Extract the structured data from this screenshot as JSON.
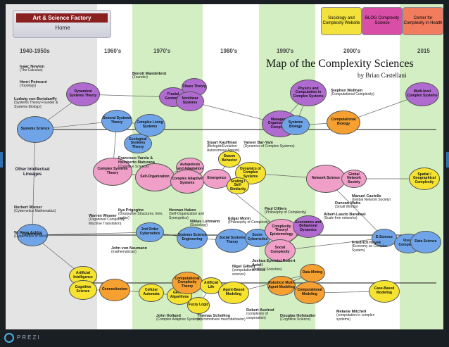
{
  "header": {
    "site_title": "Art & Science Factory",
    "home_label": "Home",
    "buttons": [
      {
        "label": "Sociology and Complexity Website",
        "bg": "#f2e23b"
      },
      {
        "label": "BLOG Complexity Science",
        "bg": "#d94fa8"
      },
      {
        "label": "Center for Complexity in Health",
        "bg": "#f27c5e"
      }
    ]
  },
  "map": {
    "title": "Map of the Complexity Sciences",
    "subtitle": "by Brian Castellani"
  },
  "eras": [
    "1940-1950s",
    "1960's",
    "1970's",
    "1980's",
    "1990's",
    "2000's",
    "2015"
  ],
  "side_labels": [
    "Other Intellectual Lineages"
  ],
  "nodes": [
    {
      "label": "Dynamical Systems Theory",
      "color": "#b06bd0"
    },
    {
      "label": "Systems Science",
      "color": "#6fa5e8"
    },
    {
      "label": "General Systems Theory",
      "color": "#6fa5e8"
    },
    {
      "label": "Complex Living Systems",
      "color": "#6fa5e8"
    },
    {
      "label": "Ecological Systems Theory",
      "color": "#6fa5e8"
    },
    {
      "label": "Fractal Geometry",
      "color": "#b06bd0"
    },
    {
      "label": "Chaos Theory",
      "color": "#b06bd0"
    },
    {
      "label": "Nonlinear Systems",
      "color": "#b06bd0"
    },
    {
      "label": "Complex Systems Theory",
      "color": "#f0a0c8"
    },
    {
      "label": "Self-Organization",
      "color": "#f0a0c8"
    },
    {
      "label": "Autopoiesis and Adaptation",
      "color": "#f0a0c8"
    },
    {
      "label": "Complex Adaptive Systems",
      "color": "#f0a0c8"
    },
    {
      "label": "Emergence",
      "color": "#f0a0c8"
    },
    {
      "label": "Swarm Behavior",
      "color": "#f5e330"
    },
    {
      "label": "Dynamics of Complex Systems",
      "color": "#f5e330"
    },
    {
      "label": "Scaling / Self-Similarity",
      "color": "#f5e330"
    },
    {
      "label": "Managerial Organizational Complexity",
      "color": "#b06bd0"
    },
    {
      "label": "Physics and Computation in Complex Systems",
      "color": "#b06bd0"
    },
    {
      "label": "Systems Biology",
      "color": "#6fa5e8"
    },
    {
      "label": "Computational Biology",
      "color": "#f5a030"
    },
    {
      "label": "Multi-level Complex Systems",
      "color": "#b06bd0"
    },
    {
      "label": "Network Science",
      "color": "#f0a0c8"
    },
    {
      "label": "Global Network Society",
      "color": "#f0a0c8"
    },
    {
      "label": "Spatial / Geographical Complexity",
      "color": "#f5e330"
    },
    {
      "label": "Cybernetics",
      "color": "#6fa5e8"
    },
    {
      "label": "2nd Order Cybernetics",
      "color": "#6fa5e8"
    },
    {
      "label": "Systems Science Engineering",
      "color": "#6fa5e8"
    },
    {
      "label": "Social Systems Theory",
      "color": "#6fa5e8"
    },
    {
      "label": "Socio-Cybernetics",
      "color": "#6fa5e8"
    },
    {
      "label": "Complexity Theory/ Epistemology",
      "color": "#f0a0c8"
    },
    {
      "label": "Economics and Behavioral Dynamics",
      "color": "#b06bd0"
    },
    {
      "label": "Social Complexity",
      "color": "#f0a0c8"
    },
    {
      "label": "E-Science",
      "color": "#6fa5e8"
    },
    {
      "label": "Visual Complexity",
      "color": "#6fa5e8"
    },
    {
      "label": "Data Science",
      "color": "#6fa5e8"
    },
    {
      "label": "Artificial Intelligence",
      "color": "#f5e330"
    },
    {
      "label": "Cognitive Science",
      "color": "#f5e330"
    },
    {
      "label": "Connectionism",
      "color": "#f5a030"
    },
    {
      "label": "Cellular Automata",
      "color": "#f5e330"
    },
    {
      "label": "Genetic Algorithms",
      "color": "#f5e330"
    },
    {
      "label": "Computational Complexity Theory",
      "color": "#f5a030"
    },
    {
      "label": "Artificial Life",
      "color": "#f5e330"
    },
    {
      "label": "Fuzzy Logic",
      "color": "#f5e330"
    },
    {
      "label": "Agent-Based Modeling",
      "color": "#f5e330"
    },
    {
      "label": "Data Mining",
      "color": "#f5a030"
    },
    {
      "label": "Robotics/ Multi-Agent Modeling",
      "color": "#f5a030"
    },
    {
      "label": "Computational Modeling",
      "color": "#f5a030"
    },
    {
      "label": "Case-Based Modeling",
      "color": "#f5e330"
    }
  ],
  "people": [
    {
      "name": "Isaac Newton",
      "note": "(The Calculus)"
    },
    {
      "name": "Henri Poincaré",
      "note": "(Topology)"
    },
    {
      "name": "Ludwig von Bertalanffy",
      "note": "(Systems Theory Founder & Systems Biology)"
    },
    {
      "name": "Norbert Wiener",
      "note": "(Cybernetics Mathematics)"
    },
    {
      "name": "W. Ross Ashby",
      "note": "(Cybernetics of Mind)"
    },
    {
      "name": "Benoit Mandelbrot",
      "note": "(Founder)"
    },
    {
      "name": "Warren Weaver",
      "note": "(Organized Complexity; Machine Translation)"
    },
    {
      "name": "Ilya Prigogine",
      "note": "(Dissipative Structures, time, matter)"
    },
    {
      "name": "Francisco Varela & Humberto Maturana",
      "note": "(Cognitive Science)"
    },
    {
      "name": "Herman Haken",
      "note": "(Self-Organization and Synergetics)"
    },
    {
      "name": "Stuart Kauffman",
      "note": "(Biologist/Evolution Autonomous Agents)"
    },
    {
      "name": "Yaneer Bar-Yam",
      "note": "(Dynamics of Complex Systems)"
    },
    {
      "name": "Niklas Luhmann",
      "note": "(Sociology)"
    },
    {
      "name": "Edgar Morin",
      "note": "(Philosophy of Complexity)"
    },
    {
      "name": "Paul Cilliers",
      "note": "(Philosophy of Complexity)"
    },
    {
      "name": "Duncan Watts",
      "note": "(Small Worlds)"
    },
    {
      "name": "Albert-Laszlo Barabasi",
      "note": "(Scale-free networks)"
    },
    {
      "name": "Manuel Castells",
      "note": "(Global Network Society)"
    },
    {
      "name": "Friedrich Hayek",
      "note": "(Economy as Complex System)"
    },
    {
      "name": "John von Neumann",
      "note": "(mathematician)"
    },
    {
      "name": "John Holland",
      "note": "(Complex Adaptive Systems)"
    },
    {
      "name": "Nigel Gilbert",
      "note": "(computational social science)"
    },
    {
      "name": "Joshua Epstein/ Robert Axtell",
      "note": "(Artificial Societies)"
    },
    {
      "name": "Thomas Schelling",
      "note": "(micromotives/ macrobehavior)"
    },
    {
      "name": "Robert Axelrod",
      "note": "(complexity of cooperation)"
    },
    {
      "name": "Douglas Hofstadter",
      "note": "(Cognitive Science)"
    },
    {
      "name": "Melanie Mitchell",
      "note": "(computation in complex systems)"
    },
    {
      "name": "Stephen Wolfram",
      "note": "(Computational Complexity)"
    }
  ],
  "prezi_label": "PREZI"
}
